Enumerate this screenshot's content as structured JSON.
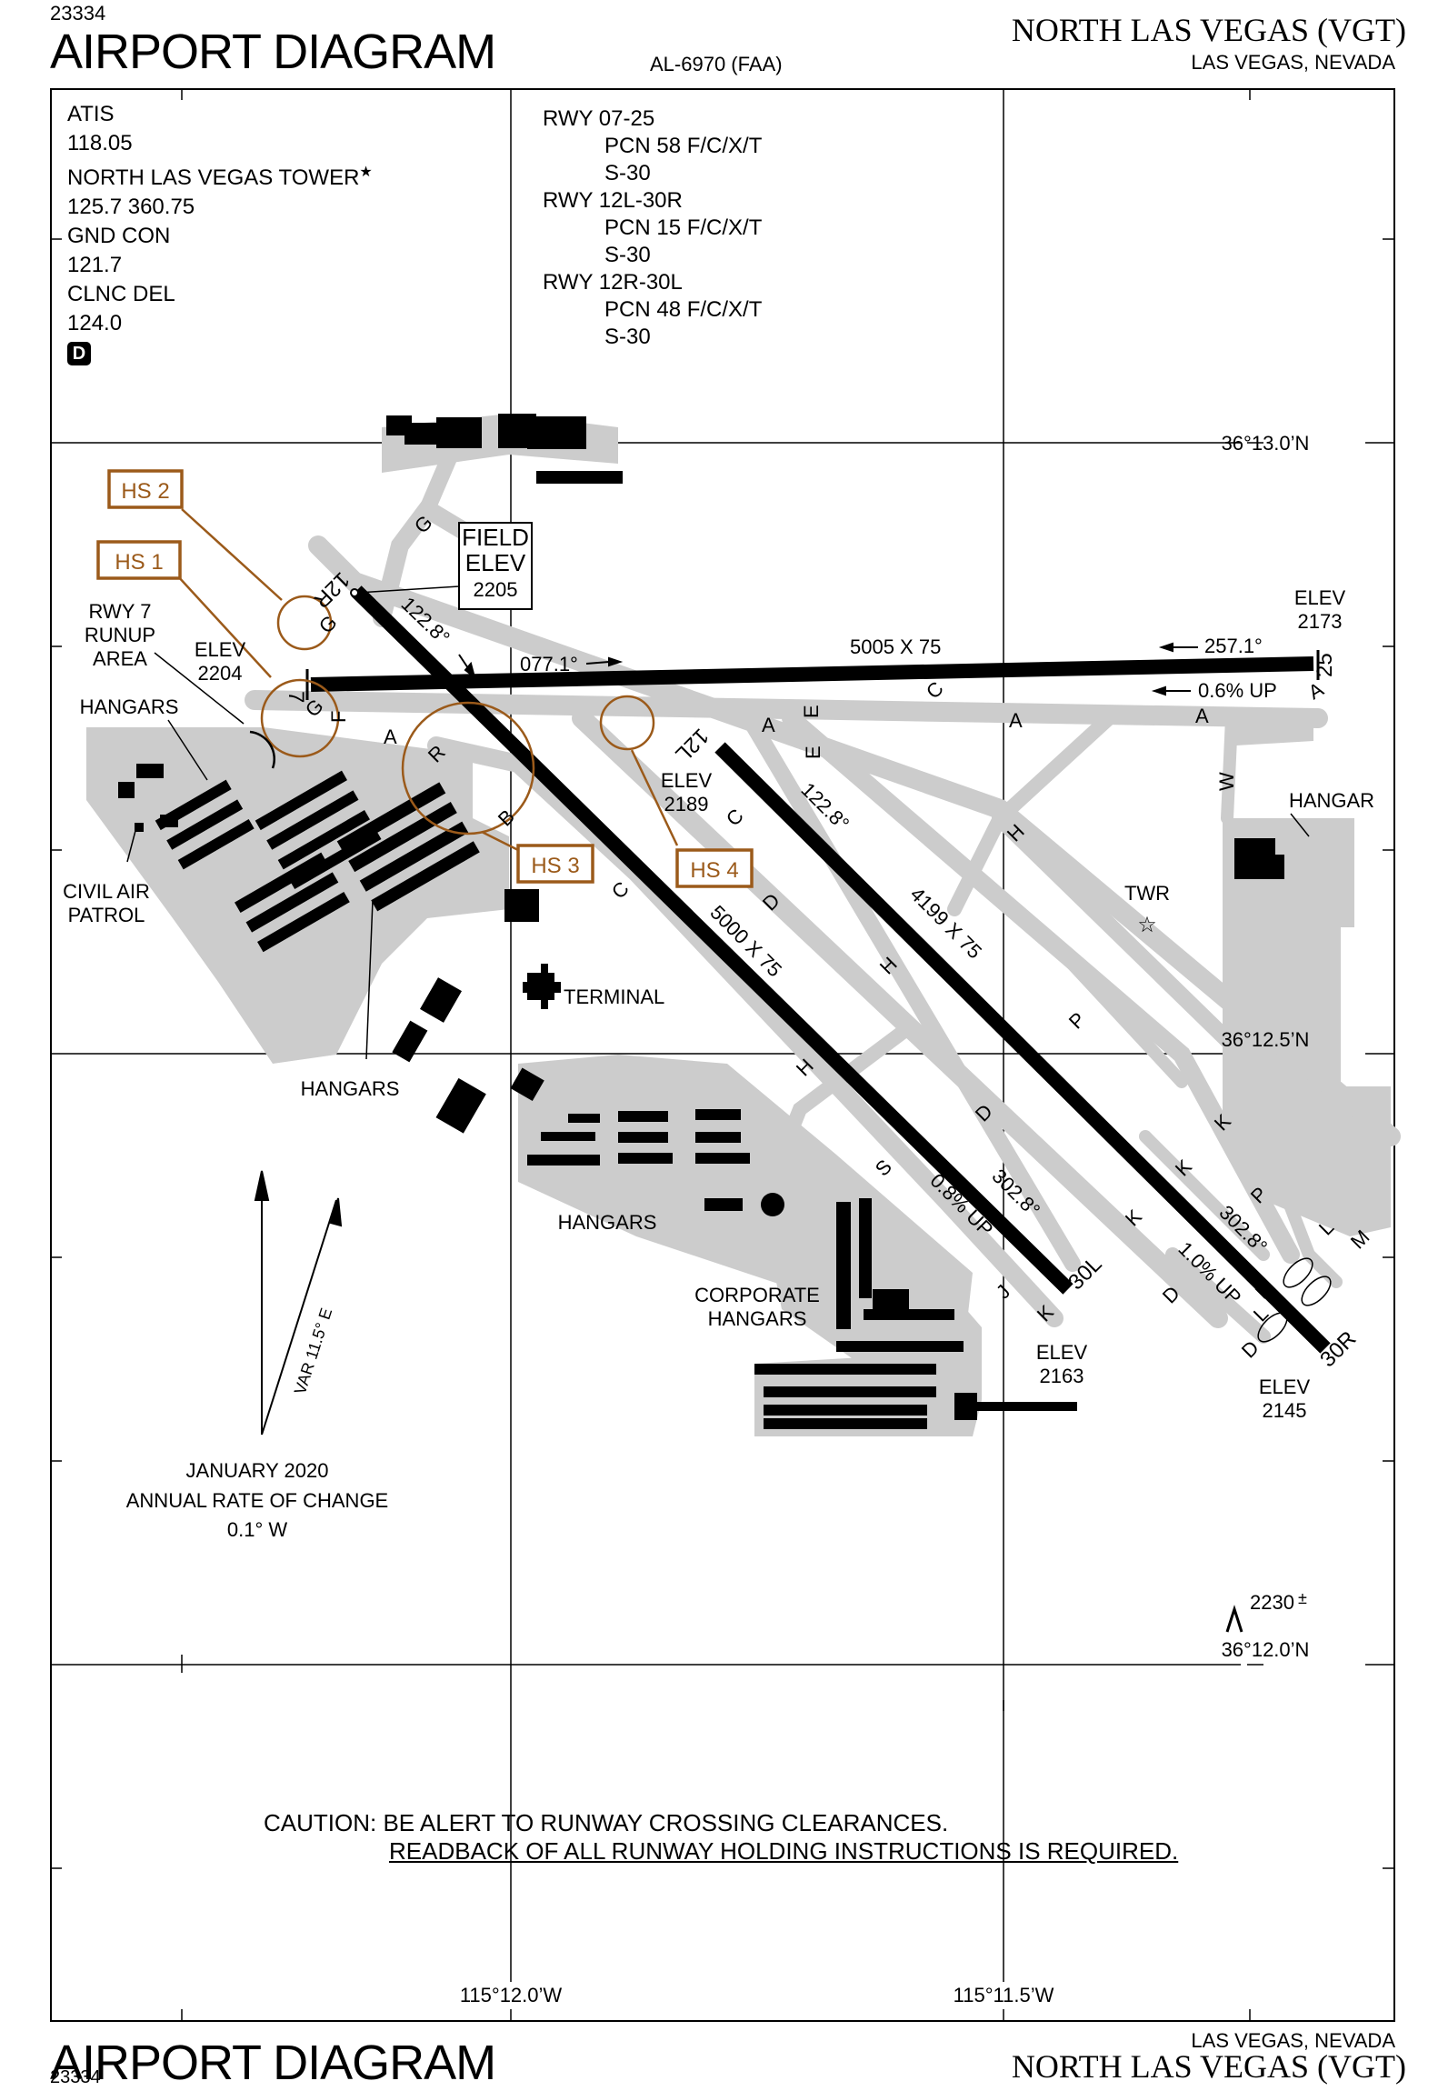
{
  "header": {
    "chart_number": "23334",
    "title": "AIRPORT DIAGRAM",
    "doc_id": "AL-6970 (FAA)",
    "airport": "NORTH LAS VEGAS (VGT)",
    "city": "LAS VEGAS, NEVADA"
  },
  "freq": [
    "ATIS",
    "118.05",
    "NORTH LAS VEGAS TOWER",
    "125.7  360.75",
    "GND CON",
    "121.7",
    "CLNC DEL",
    "124.0"
  ],
  "tower_star": "★",
  "d_badge": "D",
  "pcn": [
    {
      "rwy": "RWY 07-25",
      "pcn": "PCN 58 F/C/X/T",
      "s": "S-30"
    },
    {
      "rwy": "RWY 12L-30R",
      "pcn": "PCN 15 F/C/X/T",
      "s": "S-30"
    },
    {
      "rwy": "RWY 12R-30L",
      "pcn": "PCN 48 F/C/X/T",
      "s": "S-30"
    }
  ],
  "lat": [
    "36°13.0’N",
    "36°12.5’N",
    "36°12.0’N"
  ],
  "lon": [
    "115°12.0’W",
    "115°11.5’W"
  ],
  "hotspots": [
    "HS 2",
    "HS 1",
    "HS 3",
    "HS 4"
  ],
  "field_elev": [
    "FIELD",
    "ELEV",
    "2205"
  ],
  "labels": {
    "rwy7_runup": [
      "RWY 7",
      "RUNUP",
      "AREA"
    ],
    "elev_2204": [
      "ELEV",
      "2204"
    ],
    "elev_2173": [
      "ELEV",
      "2173"
    ],
    "elev_2189": [
      "ELEV",
      "2189"
    ],
    "elev_2163": [
      "ELEV",
      "2163"
    ],
    "elev_2145": [
      "ELEV",
      "2145"
    ],
    "hangars": "HANGARS",
    "hangar": "HANGAR",
    "civil_air": [
      "CIVIL AIR",
      "PATROL"
    ],
    "terminal": "TERMINAL",
    "twr": "TWR",
    "corporate": [
      "CORPORATE",
      "HANGARS"
    ],
    "rwy07_heading": "077.1°",
    "rwy25_heading": "257.1°",
    "rwy07_dims": "5005 X 75",
    "rwy07_grad": "0.6% UP",
    "rwy12r_heading": "122.8°",
    "rwy12l_heading": "122.8°",
    "rwy12r_dims": "5000 X 75",
    "rwy12l_dims": "4199 X 75",
    "rwy30l_heading": "302.8°",
    "rwy30r_heading": "302.8°",
    "rwy30l_grad": "0.8% UP",
    "rwy30r_grad": "1.0% UP",
    "obstacle": "2230",
    "obstacle_pm": "±"
  },
  "rwy_ends": {
    "r7": "7",
    "r25": "25",
    "r12r": "12R",
    "r12l": "12L",
    "r30l": "30L",
    "r30r": "30R"
  },
  "taxiways": {
    "A": "A",
    "B": "B",
    "C": "C",
    "D": "D",
    "E": "E",
    "F": "F",
    "G": "G",
    "H": "H",
    "J": "J",
    "K": "K",
    "L": "L",
    "M": "M",
    "P": "P",
    "R": "R",
    "S": "S",
    "W": "W"
  },
  "variation": "VAR 11.5° E",
  "annual": [
    "JANUARY 2020",
    "ANNUAL RATE OF CHANGE",
    "0.1° W"
  ],
  "caution": [
    "CAUTION: BE ALERT TO RUNWAY CROSSING CLEARANCES.",
    "READBACK OF ALL RUNWAY HOLDING INSTRUCTIONS IS REQUIRED."
  ],
  "colors": {
    "runway": "#000000",
    "taxiway": "#cccccc",
    "hotspot": "#9b5a1a",
    "building": "#000000"
  }
}
